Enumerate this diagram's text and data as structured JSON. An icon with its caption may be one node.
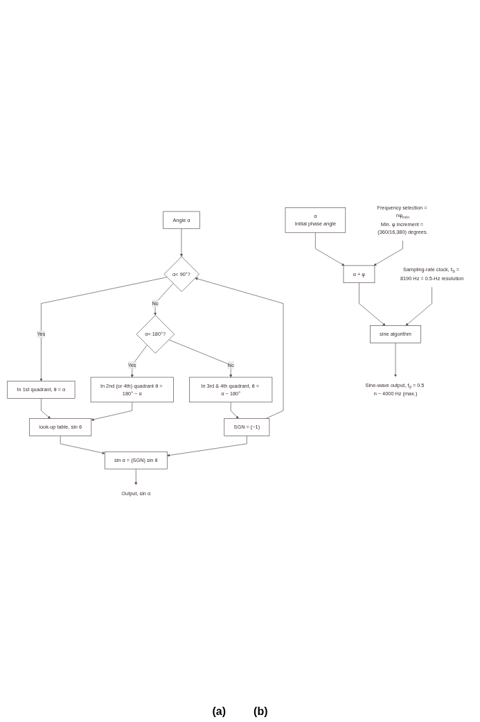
{
  "diagram": {
    "nodes": [
      {
        "text": [
          "Angle α"
        ]
      },
      {
        "text": [
          "α< 90°?"
        ]
      },
      {
        "text": [
          "α< 180°?"
        ]
      },
      {
        "text": [
          "In 2nd (or 4th) quadrant θ = 180° − α"
        ]
      },
      {
        "text": [
          "In 1st quadrant, θ = α"
        ]
      },
      {
        "text": [
          "In 3rd & 4th quadrant, θ = α − 180°"
        ]
      },
      {
        "text": [
          "look-up table, sin θ"
        ]
      },
      {
        "text": [
          "SGN = (−1)"
        ]
      },
      {
        "text": [
          "sin α = (SGN) sin θ"
        ]
      },
      {
        "text": [
          "Output, sin α"
        ]
      },
      {
        "text": [
          "α",
          "Initial phase angle"
        ]
      },
      {
        "text": [
          "α + φ"
        ]
      },
      {
        "text": [
          "Frequency selection = nφ$_{min}$",
          "Min. φ increment = (360/16,380) degrees."
        ]
      },
      {
        "text": [
          "sine algorithm"
        ]
      },
      {
        "text": [
          "Sampling-rate clock, f$_{S}$ = 8190 Hz = 0.5-Hz resolution"
        ]
      },
      {
        "text": [
          "Sine-wave output, f$_{0}$ = 0.5 n ~ 4000 Hz (max.)"
        ]
      }
    ],
    "edges": [
      {
        "from": 0,
        "to": 1,
        "arrow": "to"
      },
      {
        "from": 1,
        "to": 4,
        "arrow": "to",
        "label": "Yes"
      },
      {
        "from": 1,
        "to": 2,
        "arrow": "to",
        "label": "No"
      },
      {
        "from": 2,
        "to": 3,
        "arrow": "to",
        "label": "Yes"
      },
      {
        "from": 2,
        "to": 5,
        "arrow": "to",
        "label": "No"
      },
      {
        "from": 3,
        "to": 6,
        "arrow": "to"
      },
      {
        "from": 4,
        "to": 6,
        "arrow": "to"
      },
      {
        "from": 6,
        "to": 8,
        "arrow": "to"
      },
      {
        "from": 5,
        "to": 7,
        "arrow": "to"
      },
      {
        "from": 7,
        "to": 8,
        "arrow": "to"
      },
      {
        "from": 7,
        "to": 1,
        "arrow": "to"
      },
      {
        "from": 8,
        "to": 9,
        "arrow": "to"
      },
      {
        "from": 10,
        "to": 11,
        "arrow": "to"
      },
      {
        "from": 12,
        "to": 11,
        "arrow": "to"
      },
      {
        "from": 11,
        "to": 13,
        "arrow": "to"
      },
      {
        "from": 14,
        "to": 13,
        "arrow": "to"
      },
      {
        "from": 13,
        "to": 15,
        "arrow": "to"
      }
    ],
    "labels": [
      "(a)",
      "(b)"
    ]
  }
}
